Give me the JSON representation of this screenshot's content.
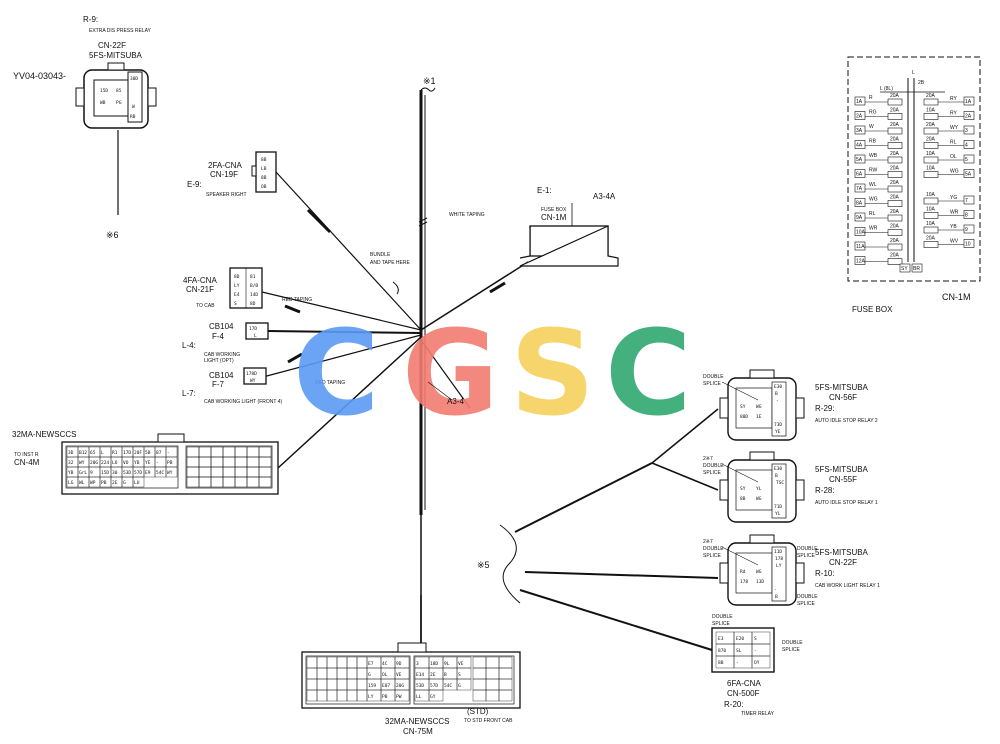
{
  "title_code": "YV04-03043-",
  "watermark": {
    "letters": [
      "C",
      "G",
      "S",
      "C"
    ],
    "colors": [
      "#5b9bf5",
      "#f27c72",
      "#f7d15e",
      "#2fa86f"
    ]
  },
  "marks": {
    "m1": "※1",
    "m5": "※5",
    "m6": "※6"
  },
  "relay_r9": {
    "ref": "R-9:",
    "desc": "EXTRA DIS PRESS RELAY",
    "conn": "CN-22F",
    "type": "5FS-MITSUBA",
    "pins": [
      "15D",
      "85",
      "WB",
      "PG",
      "30D",
      "W",
      "RB"
    ]
  },
  "speaker": {
    "type": "2FA-CNA",
    "conn": "CN-19F",
    "ref": "E-9:",
    "desc": "SPEAKER RIGHT",
    "pins": [
      "8B",
      "LB",
      "8B",
      "OB"
    ]
  },
  "cn21f": {
    "type": "4FA-CNA",
    "conn": "CN-21F",
    "desc": "TO CAB",
    "pins": [
      "8D",
      "81",
      "LY",
      "B/B",
      "E4",
      "14D",
      "S",
      "8D"
    ]
  },
  "f4": {
    "type": "CB104",
    "conn": "F-4",
    "ref": "L-4:",
    "desc1": "CAB WORKING",
    "desc2": "LIGHT (OPT)",
    "pins": [
      "17D",
      "L"
    ]
  },
  "f7": {
    "type": "CB104",
    "conn": "F-7",
    "ref": "L-7:",
    "desc": "CAB WORKING LIGHT (FRONT 4)",
    "pins": [
      "178D",
      "WY"
    ]
  },
  "tapes": {
    "red1": "RED TAPING",
    "red2": "RED TAPING",
    "white": "WHITE TAPING",
    "bundle1": "BUNDLE",
    "bundle2": "AND TAPE HERE"
  },
  "fuse_conn": {
    "ref": "E-1:",
    "code": "A3-4A",
    "desc": "FUSE BOX",
    "conn": "CN-1M"
  },
  "a34": "A3-4",
  "cn4m": {
    "type": "32MA-NEWSCCS",
    "desc": "TO INST R",
    "conn": "CN-4M",
    "pins": [
      "3D",
      "B12",
      "65",
      "L",
      "R1",
      "17D",
      "20F",
      "5B",
      "87",
      "-",
      "32",
      "WY",
      "20G",
      "224",
      "LO",
      "VO",
      "YB",
      "YE",
      "-",
      "PB",
      "YB",
      "GrL",
      "9",
      "15D",
      "30",
      "53D",
      "57D",
      "E9",
      "54C",
      "WY",
      "LG",
      "WL",
      "WP",
      "PB",
      "2E",
      "G",
      "LU"
    ]
  },
  "cn75m": {
    "type": "32MA-NEWSCCS",
    "std": "(STD)",
    "desc": "TO STD FRONT CAB",
    "conn": "CN-75M",
    "pins": [
      "E7",
      "4C",
      "9D",
      "G",
      "OL",
      "VE",
      "159",
      "E07",
      "20G",
      "LY",
      "PB",
      "PW",
      "3",
      "18D",
      "9L",
      "VE",
      "E14",
      "2E",
      "B",
      "S",
      "53D",
      "57D",
      "54C",
      "G",
      "LL",
      "GY"
    ]
  },
  "relay_r29": {
    "type": "5FS-MITSUBA",
    "conn": "CN-56F",
    "ref": "R-29:",
    "desc": "AUTO IDLE STOP RELAY 2",
    "splice": [
      "DOUBLE",
      "SPLICE"
    ],
    "pins": [
      "E30",
      "B",
      "-",
      "SY",
      "WG",
      "80D",
      "1E",
      "73D",
      "YE"
    ]
  },
  "relay_r28": {
    "type": "5FS-MITSUBA",
    "conn": "CN-55F",
    "ref": "R-28:",
    "desc": "AUTO IDLE STOP RELAY 1",
    "splice": [
      "2※7",
      "DOUBLE",
      "SPLICE"
    ],
    "pins": [
      "E30",
      "B",
      "TSC",
      "SY",
      "YL",
      "8B",
      "WG",
      "71D",
      "YL"
    ]
  },
  "relay_r10": {
    "type": "5FS-MITSUBA",
    "conn": "CN-22F",
    "ref": "R-10:",
    "desc": "CAB WORK LIGHT RELAY 1",
    "splice": [
      "2※7",
      "DOUBLE",
      "SPLICE"
    ],
    "splice_right": [
      "DOUBLE",
      "SPLICE"
    ],
    "splice_right2": [
      "DOUBLE",
      "SPLICE"
    ],
    "pins": [
      "11D",
      "178",
      "LY",
      "Rd",
      "WG",
      "178",
      "13D",
      "-",
      "B"
    ]
  },
  "relay_r20": {
    "type": "6FA-CNA",
    "conn": "CN-500F",
    "ref": "R-20:",
    "desc": "TIMER RELAY",
    "splice_top": [
      "DOUBLE",
      "SPLICE"
    ],
    "splice_right": [
      "DOUBLE",
      "SPLICE"
    ],
    "pins": [
      "E3",
      "E20",
      "S",
      "870",
      "SL",
      "-",
      "8B",
      "-",
      "OY"
    ]
  },
  "fusebox": {
    "title": "FUSE BOX",
    "conn": "CN-1M",
    "top_pins": [
      "L",
      "L (8L)",
      "2B"
    ],
    "left_pins": [
      "1A",
      "2A",
      "3A",
      "4A",
      "5A",
      "6A",
      "7A",
      "8A",
      "9A",
      "10A",
      "11A",
      "12A"
    ],
    "left_colors": [
      "R",
      "RG",
      "W",
      "RB",
      "WB",
      "RW",
      "WL",
      "WG",
      "RL",
      "WR"
    ],
    "ratings_left": [
      "20A",
      "20A",
      "20A",
      "20A",
      "20A",
      "20A",
      "20A",
      "20A",
      "20A",
      "20A",
      "20A",
      "20A"
    ],
    "ratings_right": [
      "20A",
      "10A",
      "20A",
      "20A",
      "10A",
      "10A",
      "10A",
      "10A",
      "10A",
      "20A"
    ],
    "right_colors": [
      "RY",
      "RY",
      "WY",
      "RL",
      "OL",
      "WG",
      "YG",
      "WR",
      "YB",
      "WV"
    ],
    "right_pins": [
      "1A",
      "2A",
      "3",
      "4",
      "5",
      "5A",
      "7",
      "8",
      "9",
      "10"
    ],
    "bottom_pins": [
      "SY",
      "BR"
    ]
  }
}
